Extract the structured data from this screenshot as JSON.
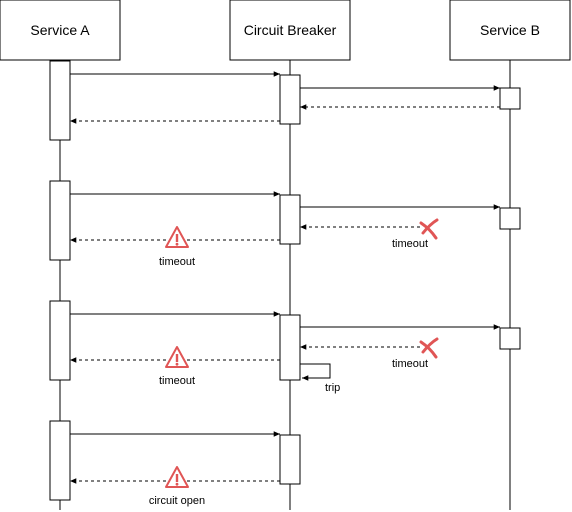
{
  "participants": {
    "a": {
      "label": "Service A"
    },
    "cb": {
      "label": "Circuit Breaker"
    },
    "b": {
      "label": "Service B"
    }
  },
  "labels": {
    "timeout": "timeout",
    "trip": "trip",
    "circuit_open": "circuit open"
  },
  "icons": {
    "warning": "warning-triangle-icon",
    "failure": "failure-x-icon"
  },
  "colors": {
    "line": "#000000",
    "box_fill": "#ffffff",
    "warning": "#e05555",
    "failure": "#e05555"
  }
}
